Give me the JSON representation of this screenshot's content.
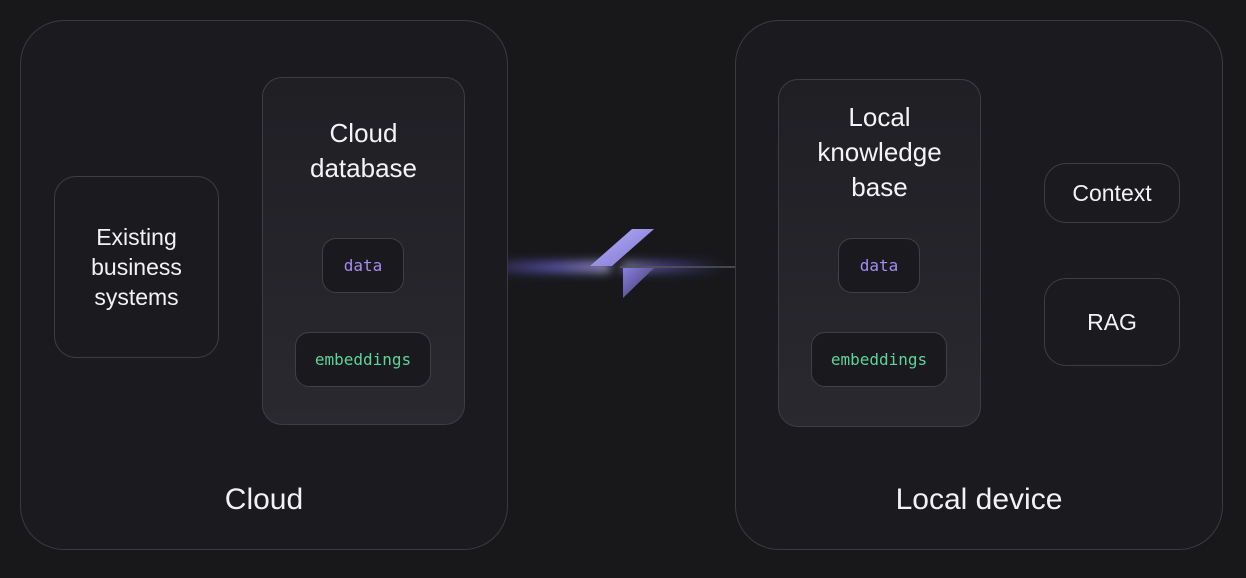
{
  "regions": {
    "cloud": {
      "label": "Cloud"
    },
    "local": {
      "label": "Local device"
    }
  },
  "nodes": {
    "existing_systems": "Existing\nbusiness\nsystems",
    "cloud_database": "Cloud\ndatabase",
    "local_knowledge_base": "Local\nknowledge\nbase",
    "context": "Context",
    "rag": "RAG"
  },
  "chips": {
    "data": "data",
    "embeddings": "embeddings"
  },
  "colors": {
    "background": "#18181b",
    "data_text": "#a38cf5",
    "embeddings_text": "#5fd39b",
    "sync_accent": "#7b6cf0"
  }
}
